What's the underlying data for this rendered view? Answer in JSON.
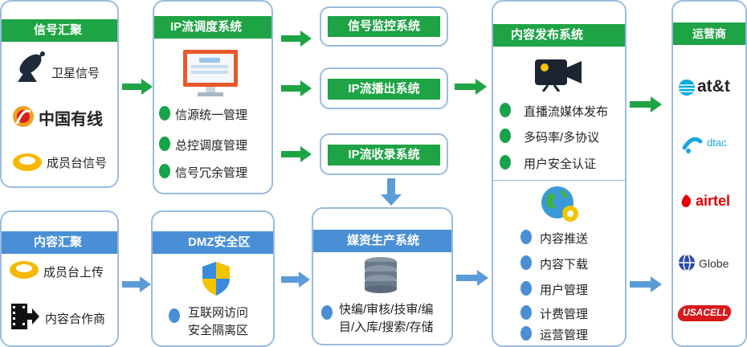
{
  "signal": {
    "title": "信号汇聚",
    "items": [
      "卫星信号",
      "中国有线",
      "成员台信号"
    ]
  },
  "content_collect": {
    "title": "内容汇聚",
    "items": [
      "成员台上传",
      "内容合作商"
    ]
  },
  "ip_dispatch": {
    "title": "IP流调度系统",
    "items": [
      "信源统一管理",
      "总控调度管理",
      "信号冗余管理"
    ]
  },
  "dmz": {
    "title": "DMZ安全区",
    "items": [
      "互联网访问",
      "安全隔离区"
    ]
  },
  "systems": [
    "信号监控系统",
    "IP流播出系统",
    "IP流收录系统"
  ],
  "media": {
    "title": "媒资生产系统",
    "items": [
      "快编/审核/技审/编",
      "目/入库/搜索/存储"
    ]
  },
  "publish": {
    "title": "内容发布系统",
    "top_items": [
      "直播流媒体发布",
      "多码率/多协议",
      "用户安全认证"
    ],
    "bottom_items": [
      "内容推送",
      "内容下载",
      "用户管理",
      "计费管理",
      "运营管理"
    ]
  },
  "carriers": {
    "title": "运营商",
    "logos": [
      "at&t",
      "dtac",
      "airtel",
      "Globe",
      "USACELL"
    ]
  },
  "colors": {
    "green": "#1ea345",
    "blue": "#4a8fd5",
    "border": "#9bbbe0",
    "att": "#00a8e0",
    "airtel": "#e40000",
    "usacell": "#d7191c"
  }
}
